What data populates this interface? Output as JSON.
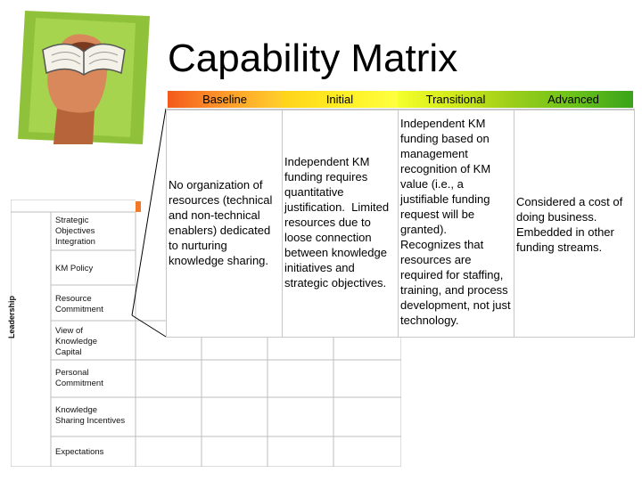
{
  "title": "Capability Matrix",
  "headers": {
    "baseline": "Baseline",
    "initial": "Initial",
    "transitional": "Transitional",
    "advanced": "Advanced"
  },
  "cells": {
    "baseline": "No organization of\nresources (technical\nand non-technical\nenablers) dedicated\nto nurturing\nknowledge sharing.",
    "initial": "Independent KM\nfunding requires\nquantitative\njustification.  Limited\nresources due to\nloose connection\nbetween knowledge\ninitiatives and\nstrategic objectives.",
    "transitional": "Independent KM\nfunding based on\nmanagement\nrecognition of KM\nvalue (i.e., a\njustifiable funding\nrequest will be\ngranted).\nRecognizes that\nresources are\nrequired for staffing,\ntraining, and process\ndevelopment, not just\ntechnology.",
    "advanced": "Considered a cost of\ndoing business.\nEmbedded in other\nfunding streams."
  },
  "background_matrix": {
    "category": "Leadership",
    "rows": [
      "Strategic\nObjectives\nIntegration",
      "KM Policy",
      "Resource\nCommitment",
      "View of\nKnowledge\nCapital",
      "Personal\nCommitment",
      "Knowledge\nSharing Incentives",
      "Expectations"
    ]
  },
  "colors": {
    "baseline": "#f25a1a",
    "initial": "#ffee22",
    "transitional": "#cfe81a",
    "advanced": "#3aa31a"
  }
}
